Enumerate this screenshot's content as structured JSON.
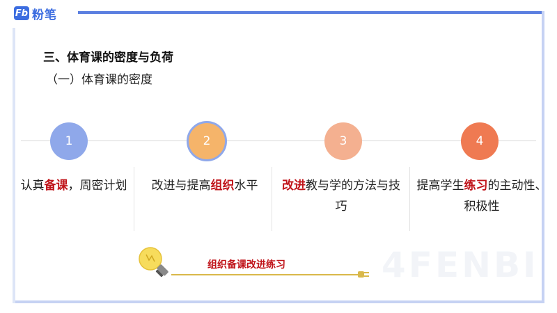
{
  "logo": {
    "mark": "Fb",
    "text": "粉笔"
  },
  "heading": "三、体育课的密度与负荷",
  "subheading": "（一）体育课的密度",
  "steps": [
    {
      "number": "1",
      "text_before": "认真",
      "emphasis": "备课",
      "text_after": "，周密计划"
    },
    {
      "number": "2",
      "text_before": "改进与提高",
      "emphasis": "组织",
      "text_after": "水平"
    },
    {
      "number": "3",
      "text_before": "",
      "emphasis": "改进",
      "text_after": "教与学的方法与技巧"
    },
    {
      "number": "4",
      "text_before": "提高学生",
      "emphasis": "练习",
      "text_after": "的主动性、积极性"
    }
  ],
  "bulb_label": "组织备课改进练习",
  "watermark": "4FENBI",
  "colors": {
    "accent_blue": "#3c6de0",
    "step1": "#8fa8ea",
    "step2": "#f5b46a",
    "step3": "#f4b090",
    "step4": "#ef7a52",
    "emphasis_red": "#c0141a"
  },
  "icons": {
    "bulb": "lightbulb-icon",
    "plug": "plug-icon"
  }
}
